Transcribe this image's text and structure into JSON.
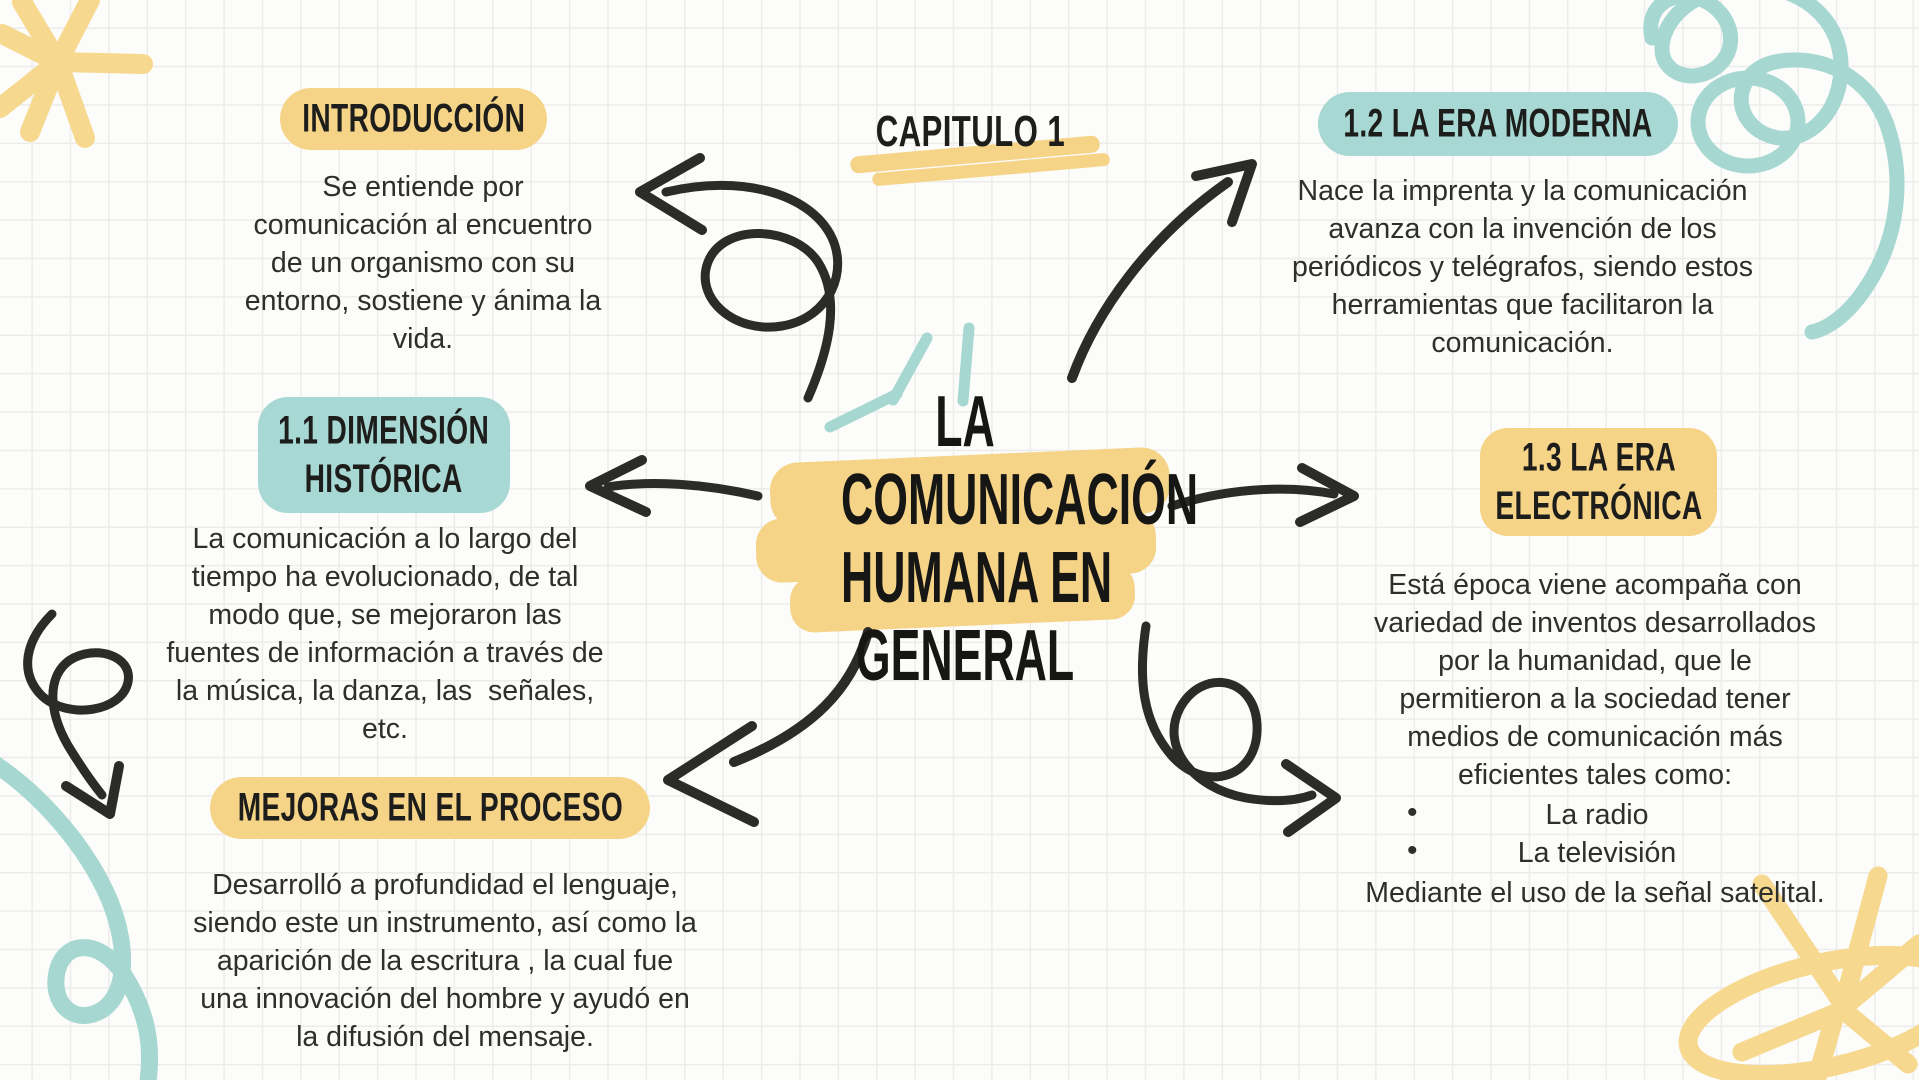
{
  "document": {
    "language": "es",
    "kind": "hand-drawn mind map"
  },
  "colors": {
    "background": "#FCFCFA",
    "grid_line": "#ECECEA",
    "yellow_accent": "#F5D488",
    "teal_accent": "#A8D8D3",
    "ink": "#2B2B29",
    "text": "#2E2E2C"
  },
  "chapter": {
    "label": "CAPITULO 1"
  },
  "title": {
    "lines": [
      "LA",
      "COMUNICACIÓN",
      "HUMANA EN",
      "GENERAL"
    ]
  },
  "sections": {
    "introduccion": {
      "badge": "INTRODUCCIÓN",
      "badge_color": "#F5D488",
      "body_lines": [
        "Se entiende por",
        "comunicación al encuentro",
        "de un organismo con su",
        "entorno, sostiene y ánima la",
        "vida."
      ]
    },
    "dimension_historica": {
      "badge_lines": [
        "1.1 DIMENSIÓN",
        "HISTÓRICA"
      ],
      "badge_color": "#A8D8D3",
      "body_lines": [
        "La comunicación a lo largo del",
        "tiempo ha evolucionado, de tal",
        "modo que, se mejoraron las",
        "fuentes de información a través de",
        "la música, la danza, las  señales,",
        "etc."
      ]
    },
    "mejoras_proceso": {
      "badge": "MEJORAS EN EL PROCESO",
      "badge_color": "#F5D488",
      "body_lines": [
        "Desarrolló a profundidad el lenguaje,",
        "siendo este un instrumento, así como la",
        "aparición de la escritura , la cual fue",
        "una innovación del hombre y ayudó en",
        "la difusión del mensaje."
      ]
    },
    "era_moderna": {
      "badge": "1.2 LA ERA MODERNA",
      "badge_color": "#A8D8D3",
      "body_lines": [
        "Nace la imprenta y la comunicación",
        "avanza con la invención de los",
        "periódicos y telégrafos, siendo estos",
        "herramientas que facilitaron la",
        "comunicación."
      ]
    },
    "era_electronica": {
      "badge_lines": [
        "1.3 LA ERA",
        "ELECTRÓNICA"
      ],
      "badge_color": "#F5D488",
      "body_lines": [
        "Está época viene acompaña con",
        "variedad de inventos desarrollados",
        "por la humanidad, que le",
        "permitieron a la sociedad tener",
        "medios de comunicación más",
        "eficientes tales como:"
      ],
      "bullets": [
        "La radio",
        "La televisión"
      ],
      "bullet_glyph": "•",
      "footer": "Mediante el uso de la señal satelital."
    }
  },
  "decorations": [
    "yellow-star-scribble",
    "teal-curl-scribble",
    "teal-circle-accent",
    "teal-sparkle-dashes",
    "teal-loop-squiggle",
    "yellow-flower-scribble",
    "arrow-to-introduccion",
    "arrow-to-era-moderna",
    "arrow-left",
    "arrow-right",
    "arrow-to-mejoras",
    "arrow-loop-to-electronica",
    "spiral-arrow"
  ]
}
